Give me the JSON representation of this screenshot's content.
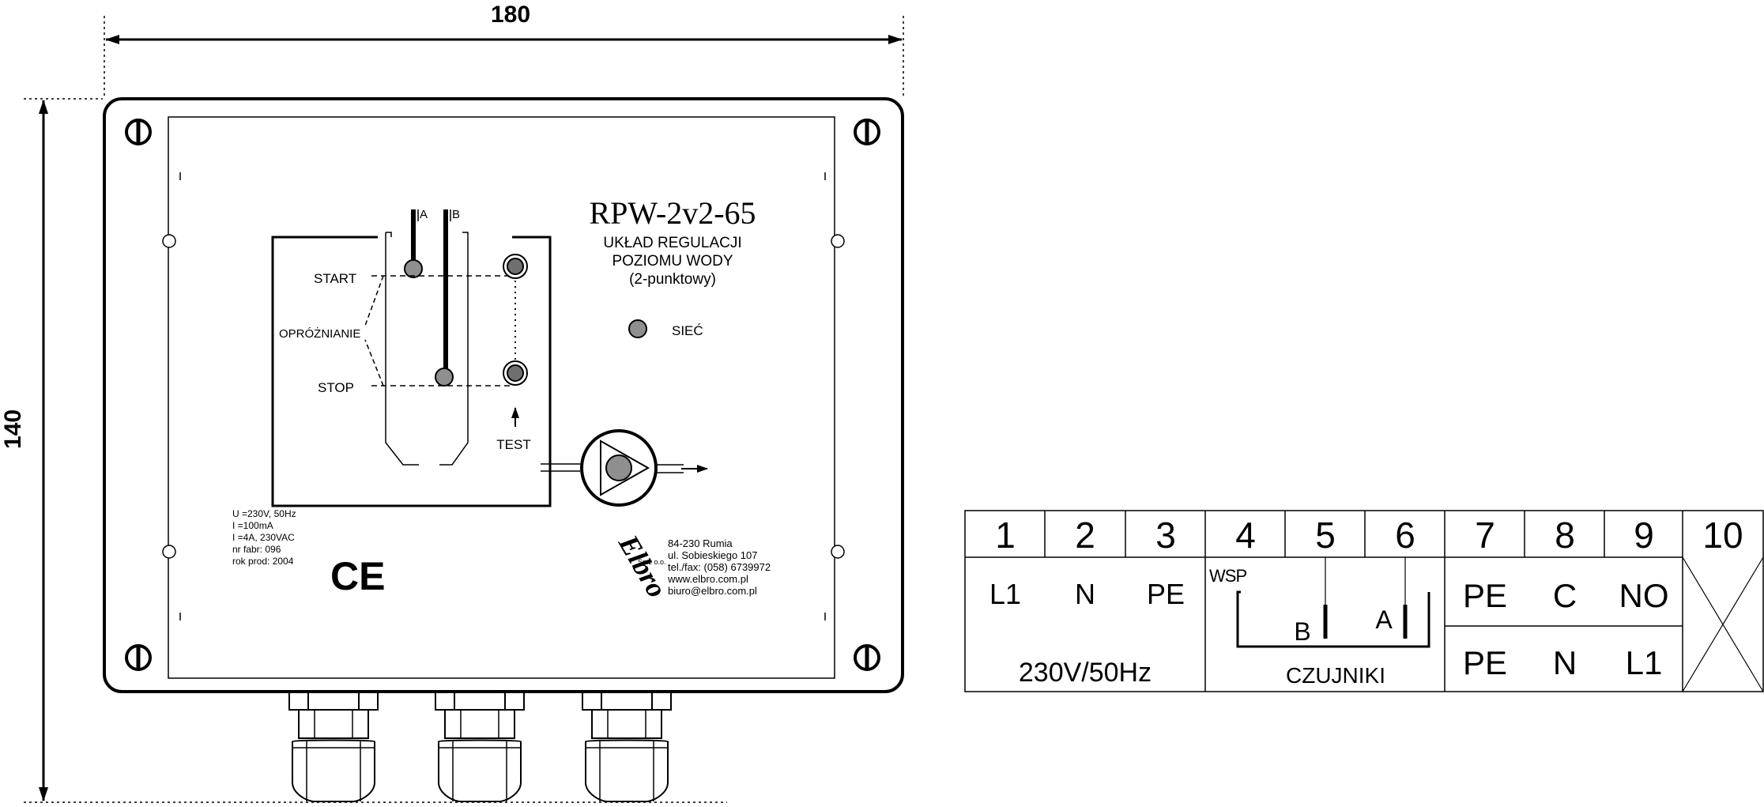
{
  "dimensions": {
    "width": "180",
    "height": "140"
  },
  "device": {
    "model": "RPW-2v2-65",
    "subtitle_line1": "UKŁAD REGULACJI",
    "subtitle_line2": "POZIOMU WODY",
    "subtitle_line3": "(2-punktowy)",
    "label_start": "START",
    "label_oproznianie": "OPRÓŻNIANIE",
    "label_stop": "STOP",
    "label_test": "TEST",
    "label_siec": "SIEĆ",
    "probe_a": "A",
    "probe_b": "B",
    "specs": {
      "un_line": "U =230V, 50Hz",
      "in_line": "I =100mA",
      "iout_line": "I =4A, 230VAC",
      "nr_fabr": "nr fabr: 096",
      "rok_prod": "rok prod: 2004"
    },
    "ce_mark": "CE",
    "manufacturer": {
      "logo": "Elbro",
      "logo_suffix": "Sp.z o.o.",
      "address_line1": "84-230 Rumia",
      "address_line2": "ul. Sobieskiego 107",
      "phone": "tel./fax: (058) 6739972",
      "website": "www.elbro.com.pl",
      "email": "biuro@elbro.com.pl"
    }
  },
  "terminal_table": {
    "numbers": [
      "1",
      "2",
      "3",
      "4",
      "5",
      "6",
      "7",
      "8",
      "9",
      "10"
    ],
    "power": {
      "l1": "L1",
      "n": "N",
      "pe": "PE",
      "caption": "230V/50Hz"
    },
    "sensors": {
      "wsp": "WSP",
      "b": "B",
      "a": "A",
      "caption": "CZUJNIKI"
    },
    "relay": {
      "top_pe": "PE",
      "top_c": "C",
      "top_no": "NO",
      "bottom_pe": "PE",
      "bottom_n": "N",
      "bottom_l1": "L1"
    }
  }
}
